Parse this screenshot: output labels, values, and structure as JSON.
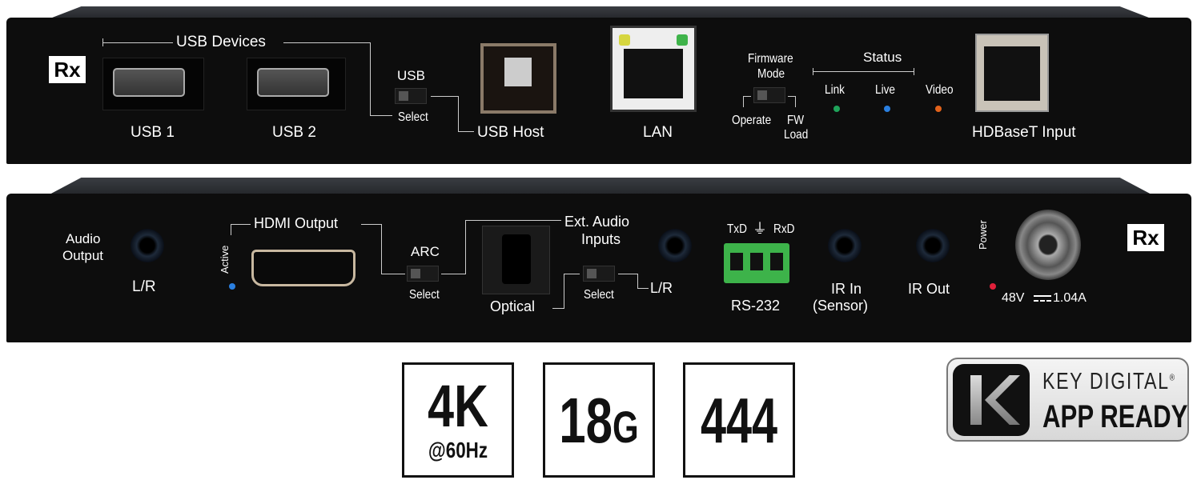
{
  "front_panel": {
    "logo": "Rx",
    "usb_devices": "USB Devices",
    "usb1": "USB 1",
    "usb2": "USB 2",
    "usb_switch_top": "USB",
    "usb_switch_bottom": "Select",
    "usb_host": "USB Host",
    "lan": "LAN",
    "firmware_mode": [
      "Firmware",
      "Mode"
    ],
    "operate": "Operate",
    "fw_load": [
      "FW",
      "Load"
    ],
    "status": "Status",
    "link": "Link",
    "live": "Live",
    "video": "Video",
    "hdbaset_input": "HDBaseT Input"
  },
  "rear_panel": {
    "audio_output": [
      "Audio",
      "Output"
    ],
    "audio_lr": "L/R",
    "active": "Active",
    "hdmi_output": "HDMI Output",
    "arc": "ARC",
    "arc_select": "Select",
    "ext_audio": [
      "Ext. Audio",
      "Inputs"
    ],
    "optical": "Optical",
    "ext_select": "Select",
    "ext_lr": "L/R",
    "txd": "TxD",
    "rxd": "RxD",
    "rs232": "RS-232",
    "ir_in": [
      "IR In",
      "(Sensor)"
    ],
    "ir_out": "IR Out",
    "power": "Power",
    "power_rating_v": "48V",
    "power_rating_a": "1.04A",
    "logo": "Rx"
  },
  "badges": {
    "b4k": "4K",
    "b4k_sub": "@60Hz",
    "b18g": "18",
    "b18g_suffix": "G",
    "b444": "444"
  },
  "key_digital": {
    "line1": "KEY DIGITAL",
    "reg": "®",
    "line2": "APP READY"
  },
  "colors": {
    "led_link": "#1fa35a",
    "led_live": "#2a7fe0",
    "led_video": "#e2621b",
    "led_active": "#2a7fe0",
    "led_power": "#e0203a",
    "terminal": "#3db34a"
  }
}
